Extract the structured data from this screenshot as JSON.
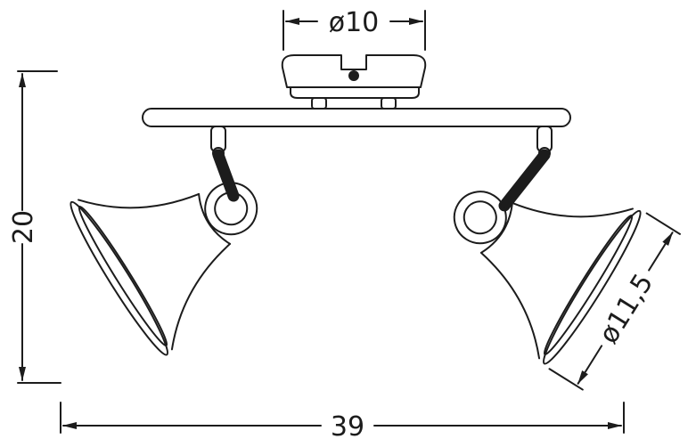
{
  "drawing": {
    "background": "#ffffff",
    "line_color": "#1c1c1c",
    "dimensions": {
      "canopy_diameter": "ø10",
      "overall_height": "20",
      "overall_width": "39",
      "shade_diameter": "ø11,5"
    }
  }
}
